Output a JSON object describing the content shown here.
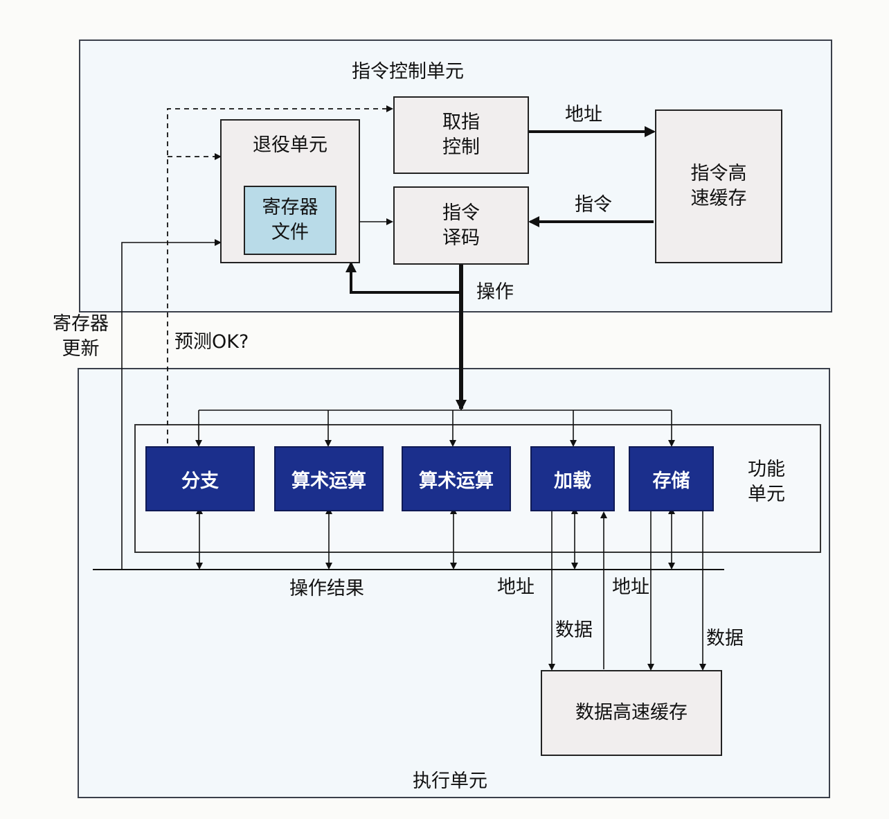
{
  "control_unit": {
    "title": "指令控制单元",
    "retirement_unit": "退役单元",
    "register_file": "寄存器\n文件",
    "fetch_control": "取指\n控制",
    "instruction_decode": "指令\n译码",
    "instruction_cache": "指令高\n速缓存",
    "label_address": "地址",
    "label_instructions": "指令",
    "label_operations": "操作"
  },
  "side_labels": {
    "register_updates": "寄存器\n更新",
    "prediction_ok": "预测OK?"
  },
  "execution_unit": {
    "title": "执行单元",
    "functional_units_label": "功能\n单元",
    "units": [
      "分支",
      "算术运算",
      "算术运算",
      "加载",
      "存储"
    ],
    "operation_results": "操作结果",
    "label_address_1": "地址",
    "label_address_2": "地址",
    "label_data_1": "数据",
    "label_data_2": "数据",
    "data_cache": "数据高速缓存"
  },
  "colors": {
    "functional_unit": "#1b2f8c",
    "register_file": "#b9dbe8",
    "box": "#f1eeee",
    "region": "#f3f8fb"
  }
}
